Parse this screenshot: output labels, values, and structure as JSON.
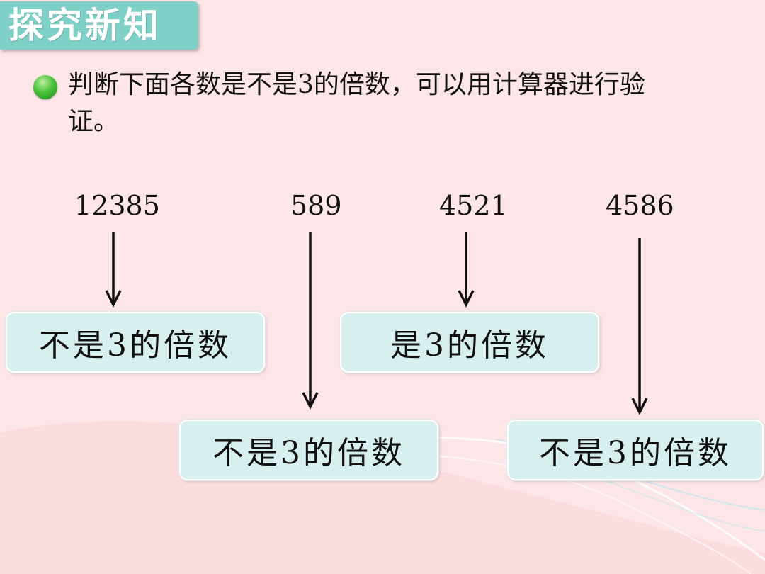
{
  "header": {
    "title": "探究新知"
  },
  "question": {
    "text": "判断下面各数是不是3的倍数，可以用计算器进行验证。"
  },
  "numbers": [
    {
      "value": "12385",
      "result": "不是3的倍数"
    },
    {
      "value": "589",
      "result": "不是3的倍数"
    },
    {
      "value": "4521",
      "result": "是3的倍数"
    },
    {
      "value": "4586",
      "result": "不是3的倍数"
    }
  ],
  "colors": {
    "background": "#fde6e8",
    "title_banner": "#7fd0c7",
    "answer_box": "#d8efef",
    "bullet": "#4cc23a"
  },
  "icons": {
    "bullet": "green-circle-bullet-icon",
    "arrow": "down-arrow-icon"
  }
}
